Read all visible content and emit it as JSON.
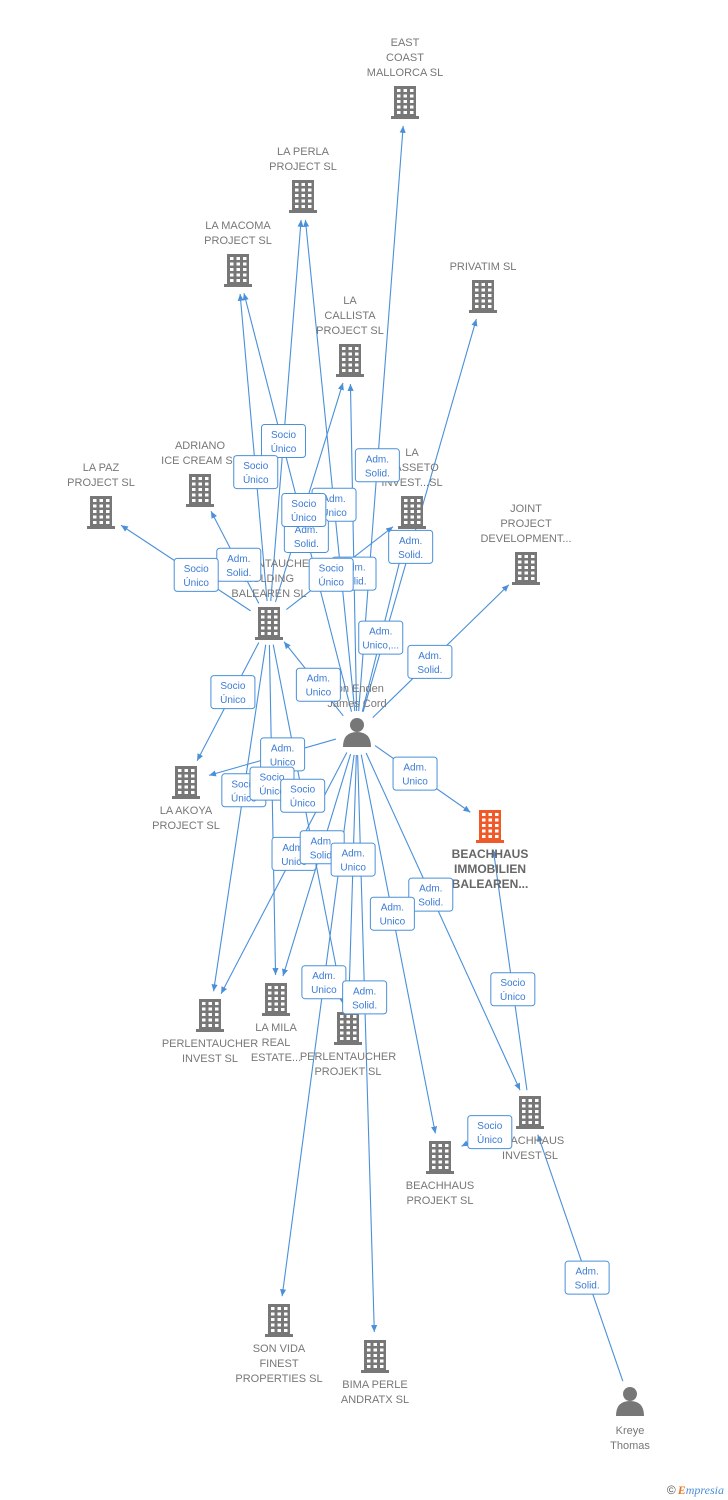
{
  "colors": {
    "company": "#777777",
    "focus": "#f05a28",
    "person": "#777777",
    "edge": "#4a90d9",
    "edge_text": "#3a7bd5"
  },
  "nodes": [
    {
      "id": "east",
      "type": "company",
      "label": [
        "EAST",
        "COAST",
        "MALLORCA  SL"
      ]
    },
    {
      "id": "perla",
      "type": "company",
      "label": [
        "LA PERLA",
        "PROJECT  SL"
      ]
    },
    {
      "id": "macoma",
      "type": "company",
      "label": [
        "LA MACOMA",
        "PROJECT  SL"
      ]
    },
    {
      "id": "privatim",
      "type": "company",
      "label": [
        "PRIVATIM SL"
      ]
    },
    {
      "id": "callista",
      "type": "company",
      "label": [
        "LA",
        "CALLISTA",
        "PROJECT  SL"
      ]
    },
    {
      "id": "adriano",
      "type": "company",
      "label": [
        "ADRIANO",
        "ICE CREAM SL"
      ]
    },
    {
      "id": "paz",
      "type": "company",
      "label": [
        "LA PAZ",
        "PROJECT  SL"
      ]
    },
    {
      "id": "masseto",
      "type": "company",
      "label": [
        "LA",
        "MASSETO",
        "INVEST...SL"
      ]
    },
    {
      "id": "joint",
      "type": "company",
      "label": [
        "JOINT",
        "PROJECT",
        "DEVELOPMENT..."
      ]
    },
    {
      "id": "holding",
      "type": "company",
      "label": [
        "PERLENTAUCHER",
        "HOLDING",
        "BALEAREN  SL"
      ]
    },
    {
      "id": "vonenden",
      "type": "person",
      "label": [
        "Von Enden",
        "James Cord"
      ]
    },
    {
      "id": "akoya",
      "type": "company",
      "label": [
        "LA AKOYA",
        "PROJECT  SL"
      ]
    },
    {
      "id": "beachimmo",
      "type": "focus",
      "label": [
        "BEACHHAUS",
        "IMMOBILIEN",
        "BALEAREN..."
      ]
    },
    {
      "id": "pinvest",
      "type": "company",
      "label": [
        "PERLENTAUCHER",
        "INVEST  SL"
      ]
    },
    {
      "id": "mila",
      "type": "company",
      "label": [
        "LA MILA",
        "REAL",
        "ESTATE..."
      ]
    },
    {
      "id": "pprojekt",
      "type": "company",
      "label": [
        "PERLENTAUCHER",
        "PROJEKT  SL"
      ]
    },
    {
      "id": "binvest",
      "type": "company",
      "label": [
        "BEACHHAUS",
        "INVEST  SL"
      ]
    },
    {
      "id": "bprojekt",
      "type": "company",
      "label": [
        "BEACHHAUS",
        "PROJEKT  SL"
      ]
    },
    {
      "id": "sonvida",
      "type": "company",
      "label": [
        "SON VIDA",
        "FINEST",
        "PROPERTIES SL"
      ]
    },
    {
      "id": "bima",
      "type": "company",
      "label": [
        "BIMA PERLE",
        "ANDRATX  SL"
      ]
    },
    {
      "id": "kreye",
      "type": "person",
      "label": [
        "Kreye",
        "Thomas"
      ]
    }
  ],
  "edges": [
    {
      "from": "vonenden",
      "to": "east",
      "label": [
        "Adm.",
        "Solid."
      ]
    },
    {
      "from": "vonenden",
      "to": "perla",
      "label": [
        "Adm.",
        "Unico"
      ]
    },
    {
      "from": "vonenden",
      "to": "macoma",
      "label": [
        "Adm.",
        "Solid."
      ]
    },
    {
      "from": "vonenden",
      "to": "callista",
      "label": [
        "Adm.",
        "Solid."
      ]
    },
    {
      "from": "vonenden",
      "to": "privatim",
      "label": [
        "Adm.",
        "Solid."
      ]
    },
    {
      "from": "vonenden",
      "to": "masseto",
      "label": [
        "Adm.",
        "Unico,..."
      ]
    },
    {
      "from": "vonenden",
      "to": "joint",
      "label": [
        "Adm.",
        "Solid."
      ]
    },
    {
      "from": "vonenden",
      "to": "holding",
      "label": [
        "Adm.",
        "Unico"
      ]
    },
    {
      "from": "vonenden",
      "to": "akoya",
      "label": [
        "Adm.",
        "Unico"
      ]
    },
    {
      "from": "vonenden",
      "to": "beachimmo",
      "label": [
        "Adm.",
        "Unico"
      ]
    },
    {
      "from": "vonenden",
      "to": "pinvest",
      "label": [
        "Adm.",
        "Unico"
      ]
    },
    {
      "from": "vonenden",
      "to": "mila",
      "label": [
        "Adm.",
        "Solid."
      ]
    },
    {
      "from": "vonenden",
      "to": "pprojekt",
      "label": [
        "Adm.",
        "Unico"
      ]
    },
    {
      "from": "vonenden",
      "to": "binvest",
      "label": [
        "Adm.",
        "Solid."
      ]
    },
    {
      "from": "vonenden",
      "to": "bprojekt",
      "label": [
        "Adm.",
        "Unico"
      ]
    },
    {
      "from": "vonenden",
      "to": "sonvida",
      "label": [
        "Adm.",
        "Unico"
      ]
    },
    {
      "from": "vonenden",
      "to": "bima",
      "label": [
        "Adm.",
        "Solid."
      ]
    },
    {
      "from": "holding",
      "to": "perla",
      "label": [
        "Socio",
        "Único"
      ]
    },
    {
      "from": "holding",
      "to": "macoma",
      "label": [
        "Socio",
        "Único"
      ]
    },
    {
      "from": "holding",
      "to": "callista",
      "label": [
        "Socio",
        "Único"
      ]
    },
    {
      "from": "holding",
      "to": "masseto",
      "label": [
        "Socio",
        "Único"
      ]
    },
    {
      "from": "holding",
      "to": "adriano",
      "label": [
        "Adm.",
        "Solid."
      ]
    },
    {
      "from": "holding",
      "to": "paz",
      "label": [
        "Socio",
        "Único"
      ]
    },
    {
      "from": "holding",
      "to": "akoya",
      "label": [
        "Socio",
        "Único"
      ]
    },
    {
      "from": "holding",
      "to": "pinvest",
      "label": [
        "Socio",
        "Único"
      ]
    },
    {
      "from": "holding",
      "to": "mila",
      "label": [
        "Socio",
        "Único"
      ]
    },
    {
      "from": "holding",
      "to": "pprojekt",
      "label": [
        "Socio",
        "Único"
      ]
    },
    {
      "from": "binvest",
      "to": "beachimmo",
      "label": [
        "Socio",
        "Único"
      ]
    },
    {
      "from": "kreye",
      "to": "binvest",
      "label": [
        "Adm.",
        "Solid."
      ]
    },
    {
      "from": "binvest",
      "to": "bprojekt",
      "label": [
        "Socio",
        "Único"
      ]
    }
  ],
  "brand": {
    "copyright": "©",
    "name": "mpresia",
    "initial": "E"
  }
}
